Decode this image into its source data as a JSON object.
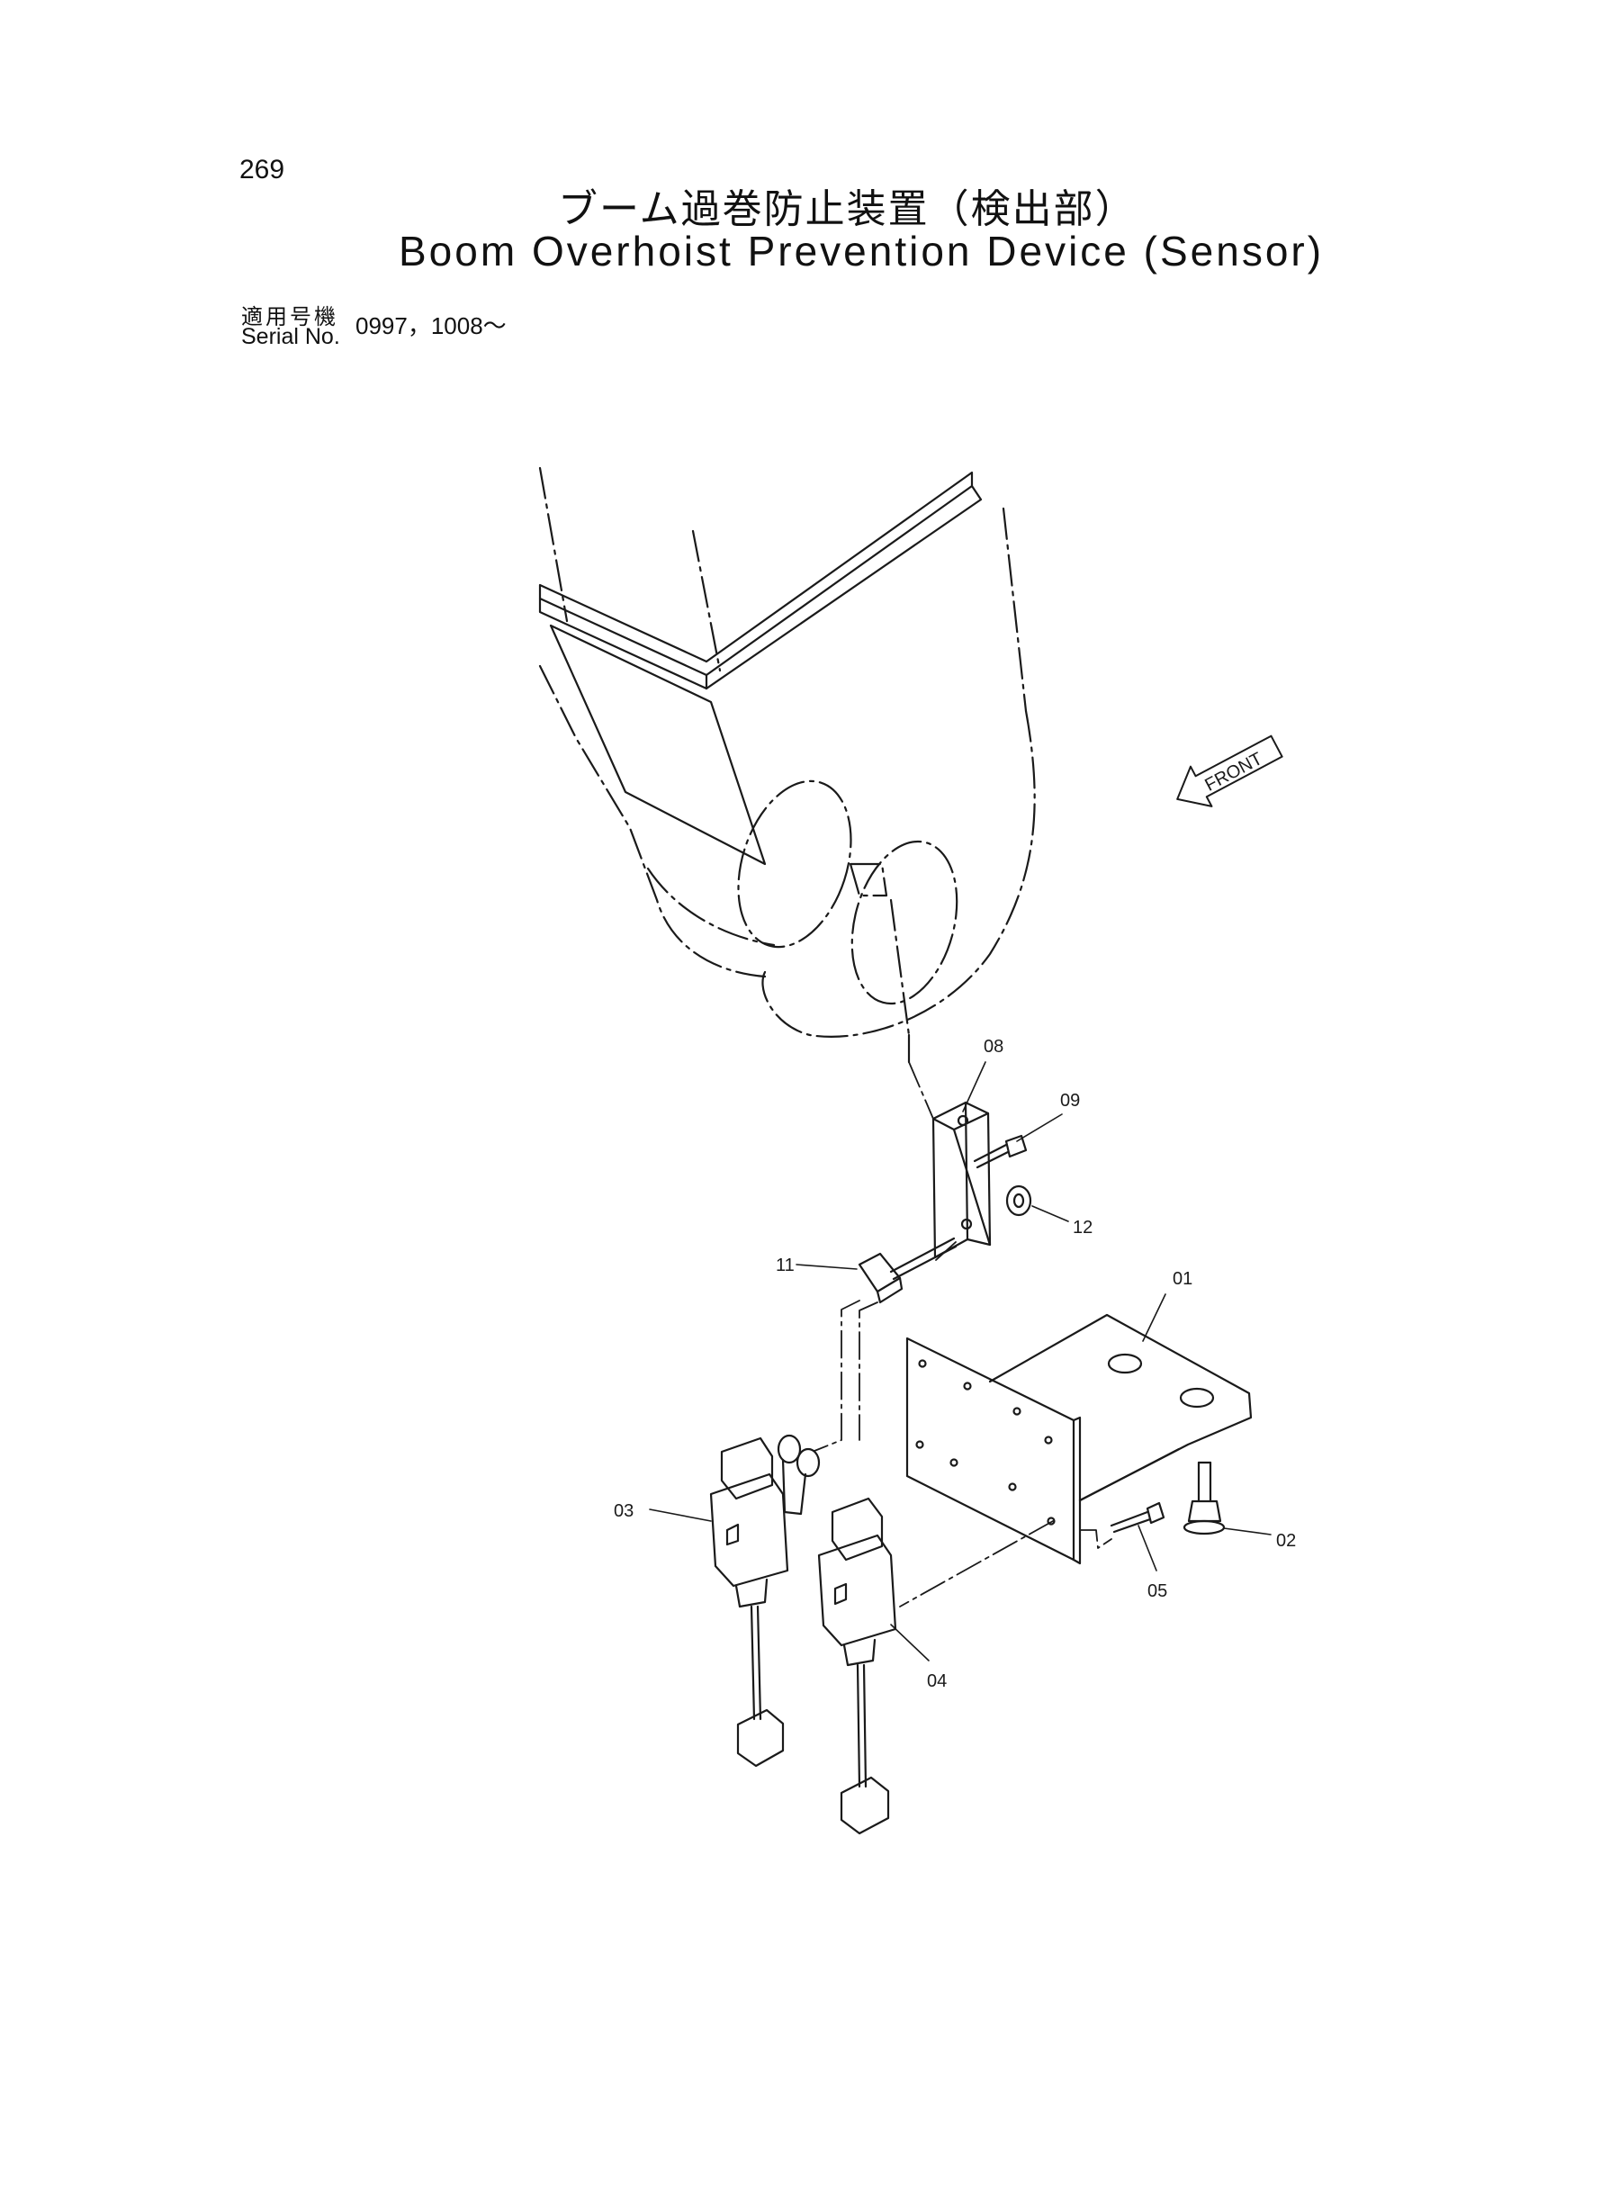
{
  "header": {
    "page_number": "269",
    "title_ja": "ブーム過巻防止装置（検出部）",
    "title_en": "Boom Overhoist Prevention Device (Sensor)",
    "serial_label_ja": "適用号機",
    "serial_label_en": "Serial No.",
    "serial_value": "0997，1008～"
  },
  "diagram": {
    "front_label": "FRONT",
    "callouts": {
      "p01": "01",
      "p02": "02",
      "p03": "03",
      "p04": "04",
      "p05": "05",
      "p08": "08",
      "p09": "09",
      "p11": "11",
      "p12": "12"
    }
  }
}
